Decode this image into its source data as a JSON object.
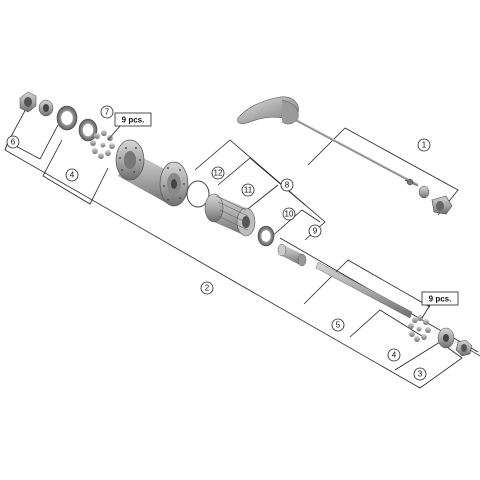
{
  "diagram": {
    "callouts": {
      "c1": "1",
      "c2": "2",
      "c3": "3",
      "c4_left": "4",
      "c4_right": "4",
      "c5": "5",
      "c6": "6",
      "c7": "7",
      "c8": "8",
      "c9": "9",
      "c10": "10",
      "c11": "11",
      "c12": "12"
    },
    "pcs_left": "9 pcs.",
    "pcs_right": "9 pcs."
  }
}
